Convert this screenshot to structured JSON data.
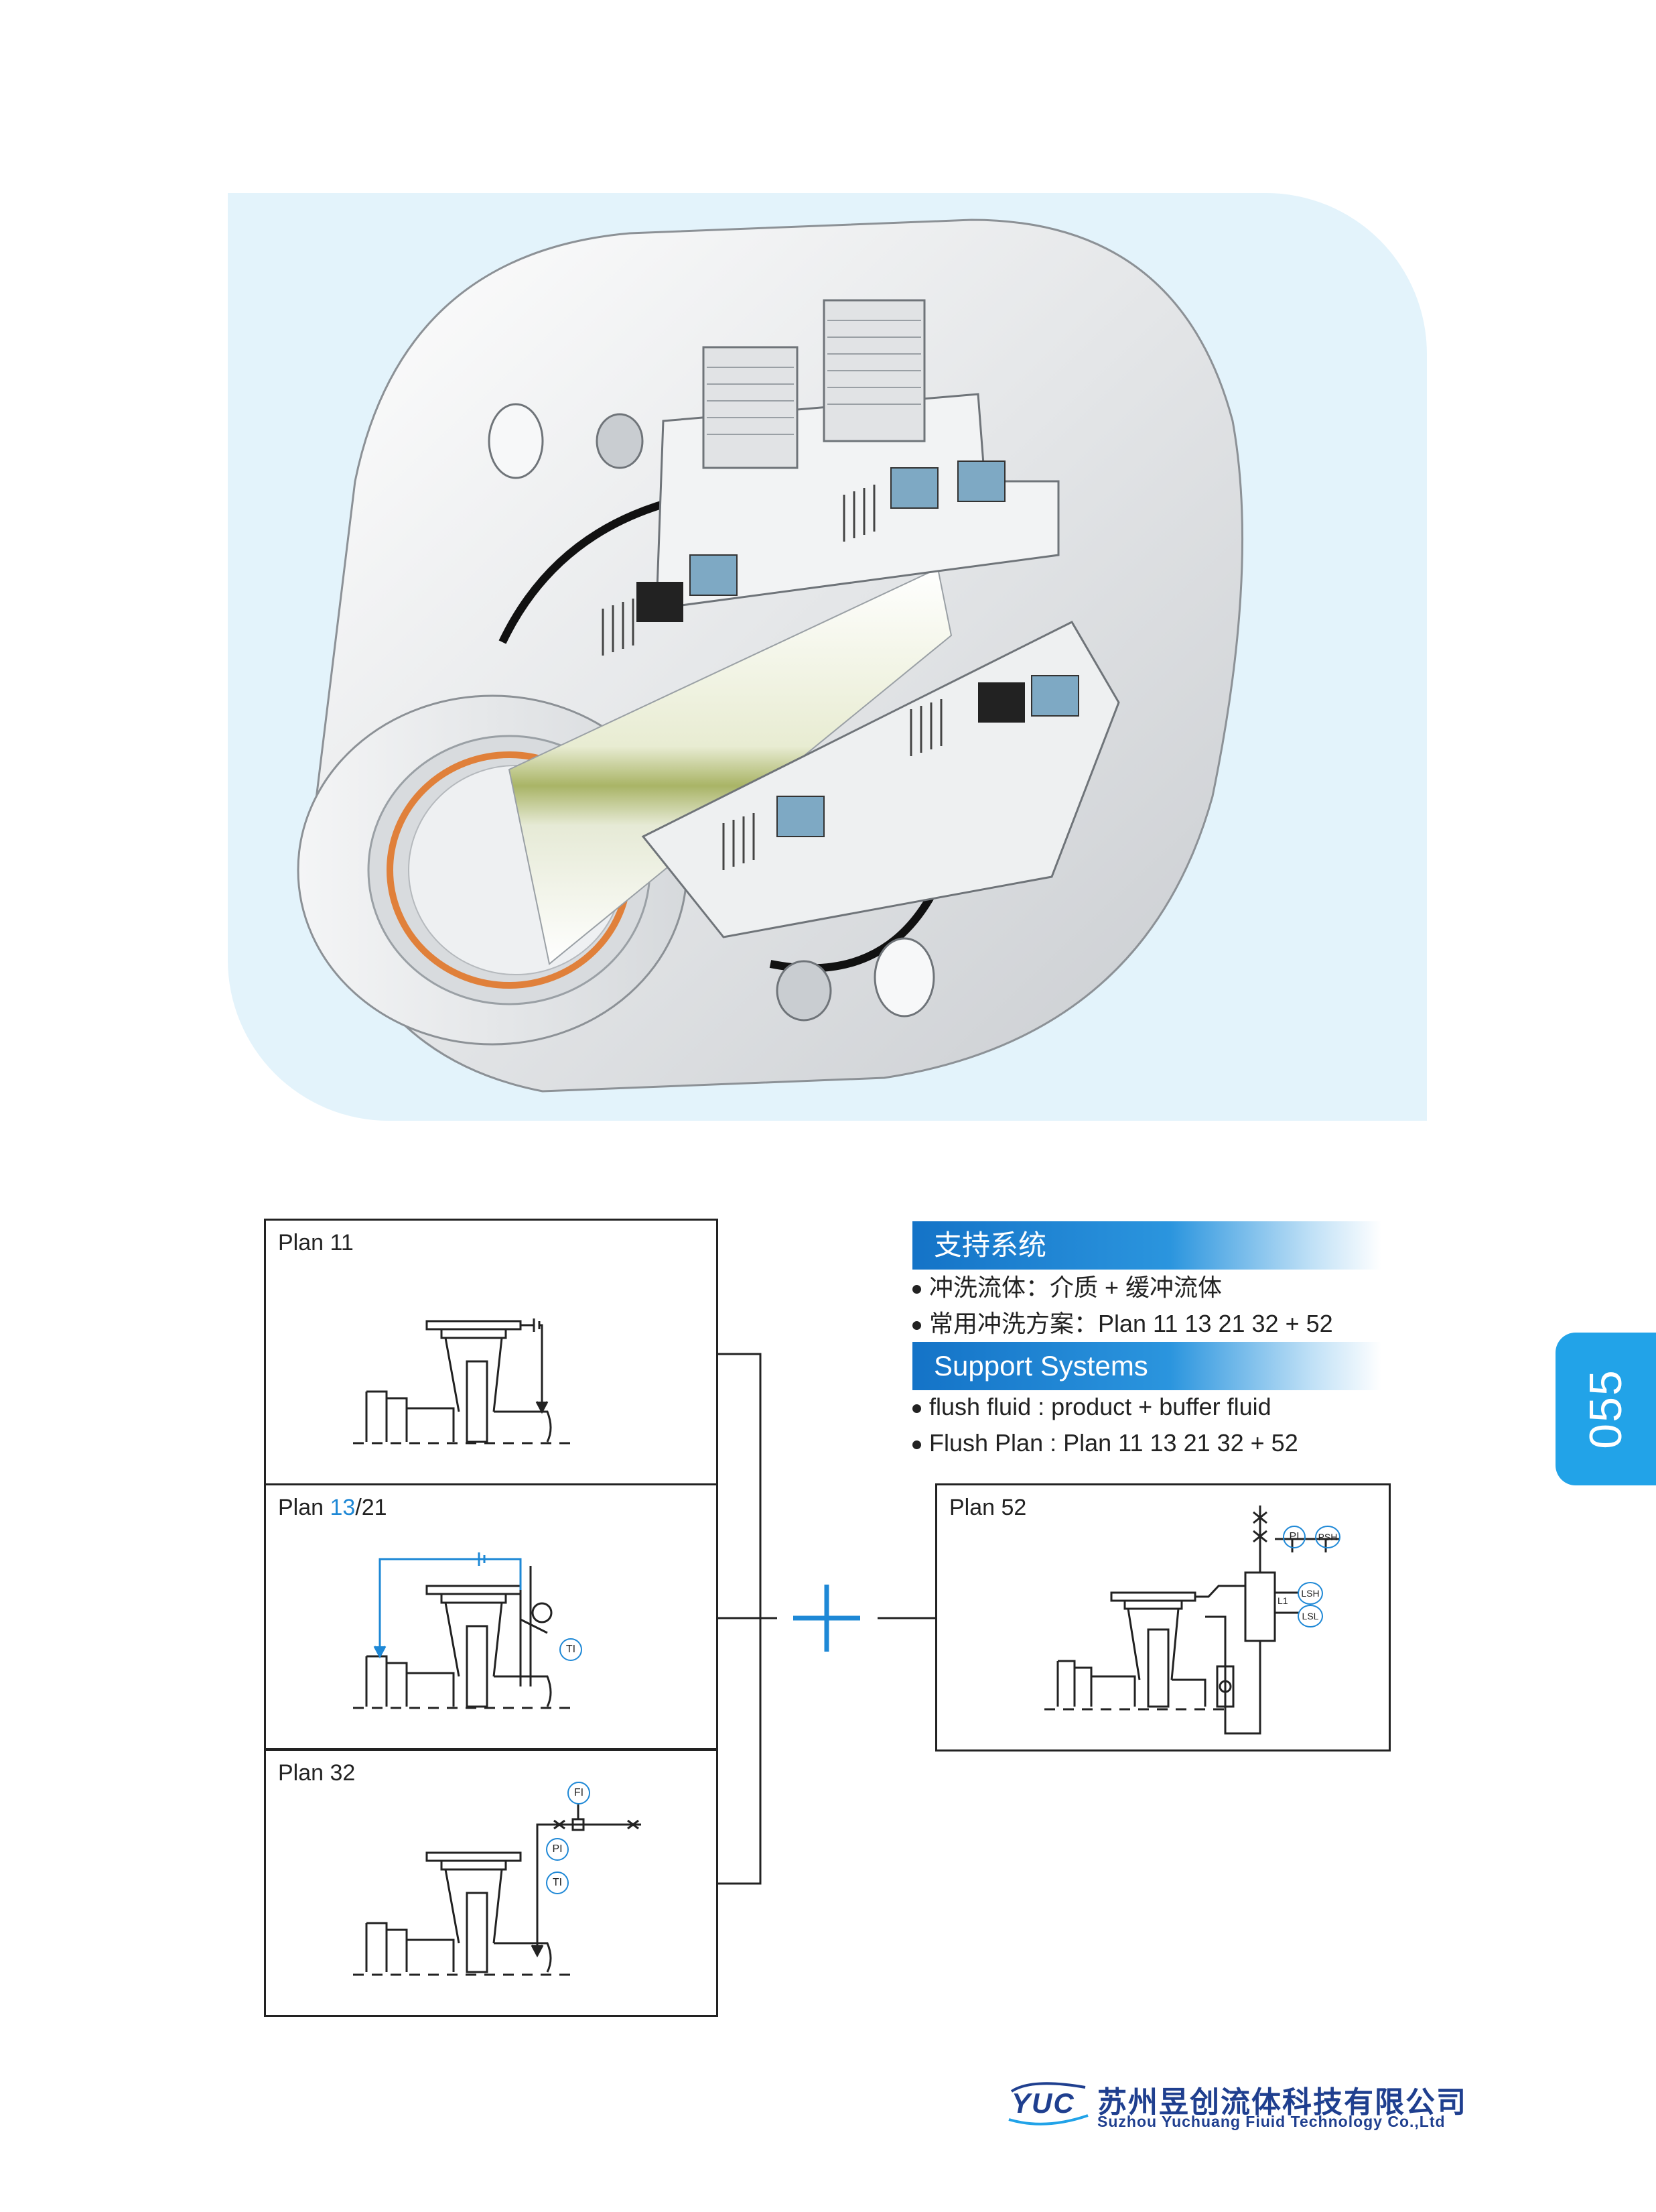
{
  "plans": [
    {
      "label": "Plan 11"
    },
    {
      "label_prefix": "Plan ",
      "label_highlight": "13",
      "label_suffix": "/21"
    },
    {
      "label": "Plan 32"
    },
    {
      "label": "Plan 52"
    }
  ],
  "support_cn": {
    "heading": "支持系统",
    "bullets": [
      "冲洗流体：介质 + 缓冲流体",
      "常用冲洗方案：Plan 11 13 21 32 + 52"
    ]
  },
  "support_en": {
    "heading": "Support Systems",
    "bullets": [
      "flush fluid :  product + buffer fluid",
      "Flush Plan : Plan 11 13 21 32 + 52"
    ]
  },
  "instrument_tags": {
    "plan13": [
      "TI"
    ],
    "plan32": [
      "FI",
      "PI",
      "TI"
    ],
    "plan52": [
      "PI",
      "PSH",
      "LSH",
      "LSL",
      "L1"
    ]
  },
  "page_number": "055",
  "company": {
    "logo_text": "YUC",
    "name_cn": "苏州昱创流体科技有限公司",
    "name_en": "Suzhou Yuchuang Fiuid Technology Co.,Ltd"
  },
  "colors": {
    "accent": "#22a3e8",
    "hero_bg": "#e3f3fb",
    "bar_start": "#1473c7",
    "logo_blue": "#1f3f8f"
  }
}
